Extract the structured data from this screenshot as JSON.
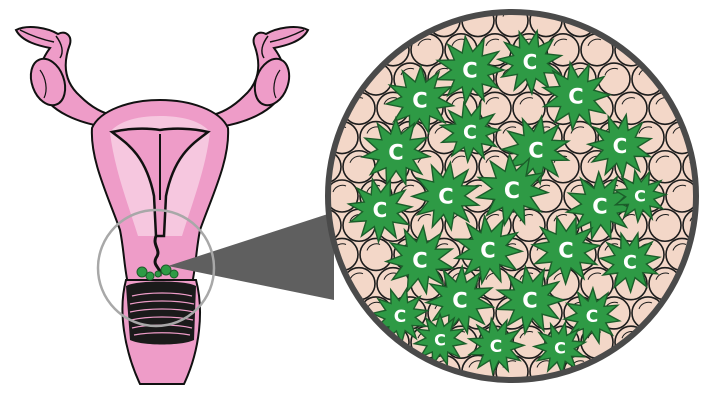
{
  "colors": {
    "background": "#ffffff",
    "uterus_pink": "#ee9cc8",
    "uterus_light": "#f6c7df",
    "outline": "#111111",
    "magnifier_ring": "#a8a8a8",
    "zoom_wedge": "#5f5f5f",
    "big_circle_border": "#4a4a4a",
    "normal_cell": "#f3d7c8",
    "normal_cell_edge": "#1c1c1c",
    "cancer_cell": "#2e9a45",
    "cancer_cell_edge": "#1b5e2a",
    "cancer_letter": "#ffffff"
  },
  "cancer_cell_label": "C",
  "icons": {
    "anatomy": "uterus-illustration",
    "magnifier": "magnifier-circle-icon",
    "zoom": "zoom-callout-wedge",
    "cells": "cancer-cell-icon"
  }
}
